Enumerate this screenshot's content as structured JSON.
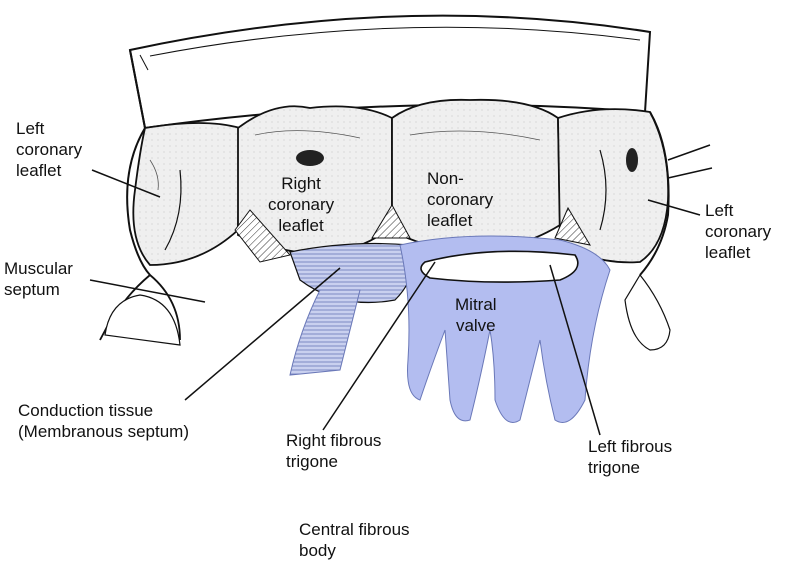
{
  "labels": {
    "left_coronary_leaflet_left": [
      "Left",
      "coronary",
      "leaflet"
    ],
    "left_coronary_leaflet_right": [
      "Left",
      "coronary",
      "leaflet"
    ],
    "right_coronary_leaflet": [
      "Right",
      "coronary",
      "leaflet"
    ],
    "non_coronary_leaflet": [
      "Non-",
      "coronary",
      "leaflet"
    ],
    "muscular_septum": [
      "Muscular",
      "septum"
    ],
    "mitral_valve": [
      "Mitral",
      "valve"
    ],
    "conduction_tissue": [
      "Conduction tissue",
      "(Membranous septum)"
    ],
    "right_fibrous_trigone": [
      "Right fibrous",
      "trigone"
    ],
    "left_fibrous_trigone": [
      "Left fibrous",
      "trigone"
    ],
    "central_fibrous_body": [
      "Central fibrous",
      "body"
    ]
  },
  "colors": {
    "line": "#111111",
    "leaflet_fill": "#efefef",
    "mitral_fill": "#b3bdf0",
    "conduction_fill": "#c9d0ef",
    "muscle_fill": "#ffffff"
  }
}
